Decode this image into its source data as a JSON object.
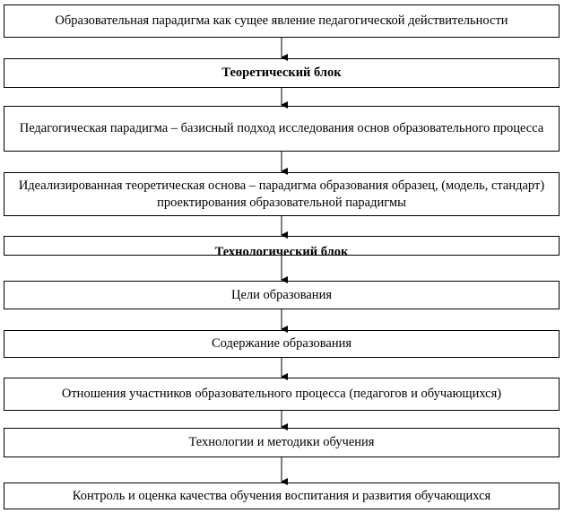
{
  "diagram": {
    "boxes": [
      {
        "id": "box-educational-paradigm",
        "text": "Образовательная парадигма как сущее явление педагогической действительности",
        "bold": false
      },
      {
        "id": "box-theoretical-block",
        "text": "Теоретический блок",
        "bold": true
      },
      {
        "id": "box-pedagogical-paradigm",
        "text": "Педагогическая парадигма – базисный подход исследования основ образовательного процесса",
        "bold": false
      },
      {
        "id": "box-idealized-basis",
        "text": "Идеализированная теоретическая основа – парадигма образования образец, (модель, стандарт) проектирования образовательной парадигмы",
        "bold": false
      },
      {
        "id": "box-technological-block",
        "text": "Технологический блок",
        "bold": true
      },
      {
        "id": "box-goals",
        "text": "Цели образования",
        "bold": false
      },
      {
        "id": "box-content",
        "text": "Содержание образования",
        "bold": false
      },
      {
        "id": "box-relations",
        "text": "Отношения участников образовательного процесса (педагогов и обучающихся)",
        "bold": false
      },
      {
        "id": "box-technologies",
        "text": "Технологии и методики обучения",
        "bold": false
      },
      {
        "id": "box-control",
        "text": "Контроль и оценка качества обучения воспитания и развития обучающихся",
        "bold": false
      }
    ]
  }
}
